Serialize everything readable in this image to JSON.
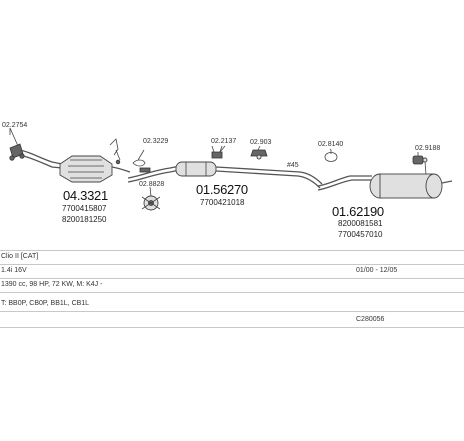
{
  "diagram": {
    "callouts": {
      "flange_front": "02.2754",
      "clip_a": "02.3229",
      "clamp_a": "02.2137",
      "gasket_a": "02.903",
      "star_mount": "02.8828",
      "clamp_b": "02.8140",
      "rubber_rear": "02.9188",
      "hash_note": "#45"
    },
    "components": {
      "catalyst": {
        "number": "04.3321",
        "refs": [
          "7700415807",
          "8200181250"
        ]
      },
      "middle_silencer": {
        "number": "01.56270",
        "refs": [
          "7700421018"
        ]
      },
      "rear_silencer": {
        "number": "01.62190",
        "refs": [
          "8200081581",
          "7700457010"
        ]
      }
    }
  },
  "spec_table": {
    "rows": [
      {
        "left": "Clio II [CAT]",
        "right": ""
      },
      {
        "left": "1.4i 16V",
        "right": "01/00 - 12/05"
      },
      {
        "left": "1390 cc, 98 HP, 72 KW, M: K4J -",
        "right": ""
      },
      {
        "left": "T: BB0P, CB0P, BB1L, CB1L",
        "right": ""
      },
      {
        "left": "",
        "right": "C280056"
      }
    ]
  }
}
